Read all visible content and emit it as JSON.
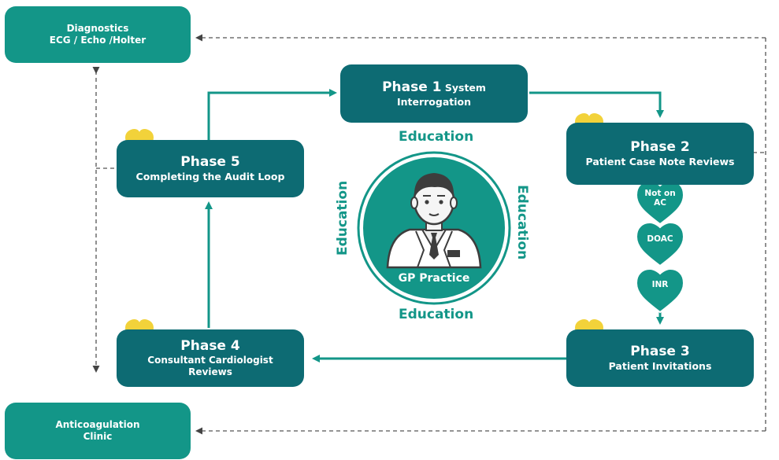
{
  "colors": {
    "dark_teal": "#0d6b73",
    "teal": "#139688",
    "heart_yellow": "#f2d23a",
    "connector_dash": "#555555"
  },
  "boxes": {
    "diagnostics": {
      "line1": "Diagnostics",
      "line2": "ECG / Echo /Holter"
    },
    "anticoagulation": {
      "line1": "Anticoagulation",
      "line2": "Clinic"
    },
    "phase1": {
      "title": "Phase 1",
      "title_suffix": " System",
      "subtitle": "Interrogation"
    },
    "phase2": {
      "title": "Phase 2",
      "subtitle": "Patient Case Note Reviews"
    },
    "phase3": {
      "title": "Phase 3",
      "subtitle": "Patient Invitations"
    },
    "phase4": {
      "title": "Phase 4",
      "subtitle1": "Consultant Cardiologist",
      "subtitle2": "Reviews"
    },
    "phase5": {
      "title": "Phase 5",
      "subtitle": "Completing the Audit Loop"
    }
  },
  "center": {
    "label": "GP Practice",
    "icon": "doctor-avatar-icon"
  },
  "education": {
    "top": "Education",
    "bottom": "Education",
    "left": "Education",
    "right": "Education"
  },
  "hearts": {
    "not_on_ac": {
      "line1": "Not on",
      "line2": "AC"
    },
    "doac": "DOAC",
    "inr": "INR"
  }
}
